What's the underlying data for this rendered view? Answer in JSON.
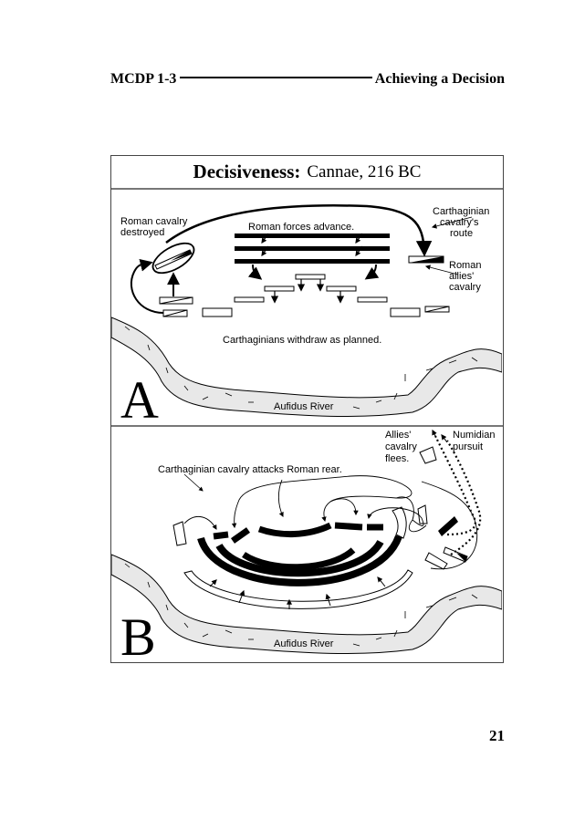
{
  "running_head": {
    "left": "MCDP 1-3",
    "right": "Achieving a Decision"
  },
  "figure": {
    "title_bold": "Decisiveness:",
    "title_regular": "Cannae, 216 BC",
    "panel_a": {
      "letter": "A",
      "labels": {
        "roman_cavalry_destroyed_1": "Roman cavalry",
        "roman_cavalry_destroyed_2": "destroyed",
        "roman_forces_advance": "Roman forces advance.",
        "carthaginian_cavalry_route_1": "Carthaginian",
        "carthaginian_cavalry_route_2": "cavalry's",
        "carthaginian_cavalry_route_3": "route",
        "roman_allies_cavalry_1": "Roman",
        "roman_allies_cavalry_2": "allies'",
        "roman_allies_cavalry_3": "cavalry",
        "carthaginians_withdraw": "Carthaginians withdraw as planned.",
        "river": "Aufidus River"
      }
    },
    "panel_b": {
      "letter": "B",
      "labels": {
        "allies_cavalry_flees_1": "Allies'",
        "allies_cavalry_flees_2": "cavalry",
        "allies_cavalry_flees_3": "flees.",
        "numidian_pursuit_1": "Numidian",
        "numidian_pursuit_2": "pursuit",
        "carthaginian_cavalry_attacks": "Carthaginian cavalry attacks Roman rear.",
        "river": "Aufidus River"
      }
    },
    "colors": {
      "river_fill": "#e8e8e8",
      "ink": "#000000",
      "frame": "#444444"
    }
  },
  "page_number": "21"
}
